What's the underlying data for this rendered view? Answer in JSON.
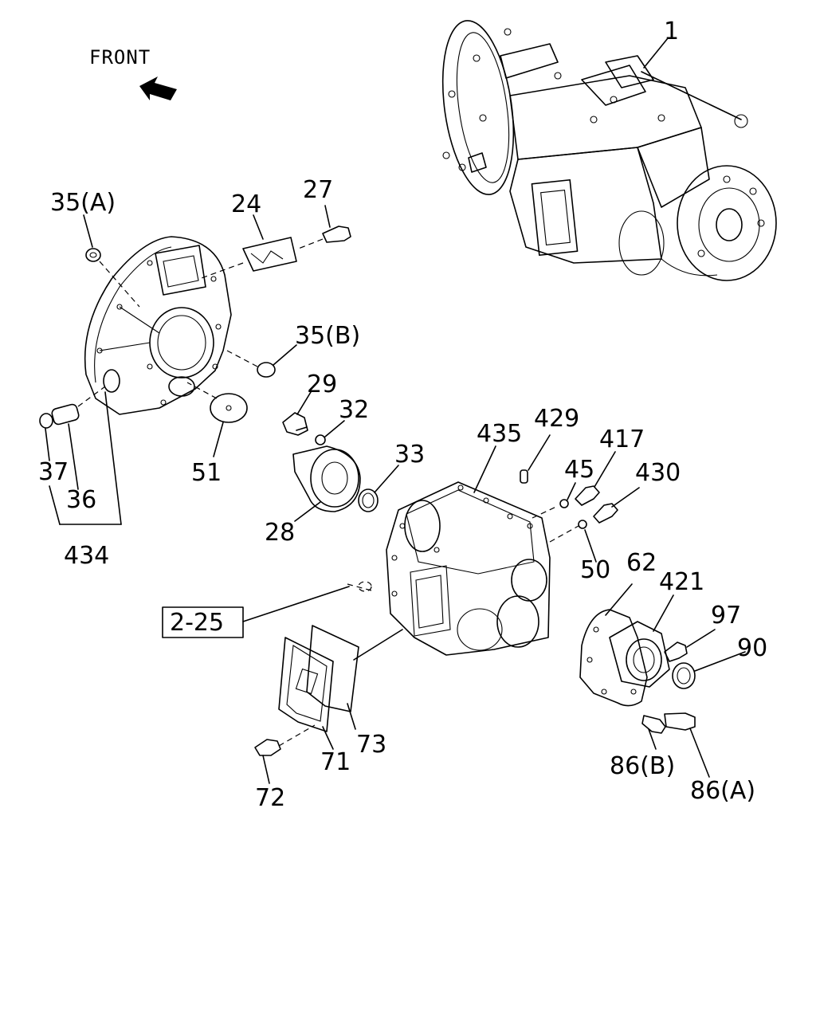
{
  "direction_label": "FRONT",
  "reference_box": "2-25",
  "callouts": {
    "c1": "1",
    "c24": "24",
    "c27": "27",
    "c35a": "35(A)",
    "c35b": "35(B)",
    "c29": "29",
    "c32": "32",
    "c33": "33",
    "c28": "28",
    "c51": "51",
    "c37": "37",
    "c36": "36",
    "c434": "434",
    "c435": "435",
    "c429": "429",
    "c417": "417",
    "c45": "45",
    "c430": "430",
    "c50": "50",
    "c62": "62",
    "c421": "421",
    "c97": "97",
    "c90": "90",
    "c86b": "86(B)",
    "c86a": "86(A)",
    "c73": "73",
    "c71": "71",
    "c72": "72"
  },
  "icons": {
    "front_arrow": "front-arrow-icon"
  }
}
